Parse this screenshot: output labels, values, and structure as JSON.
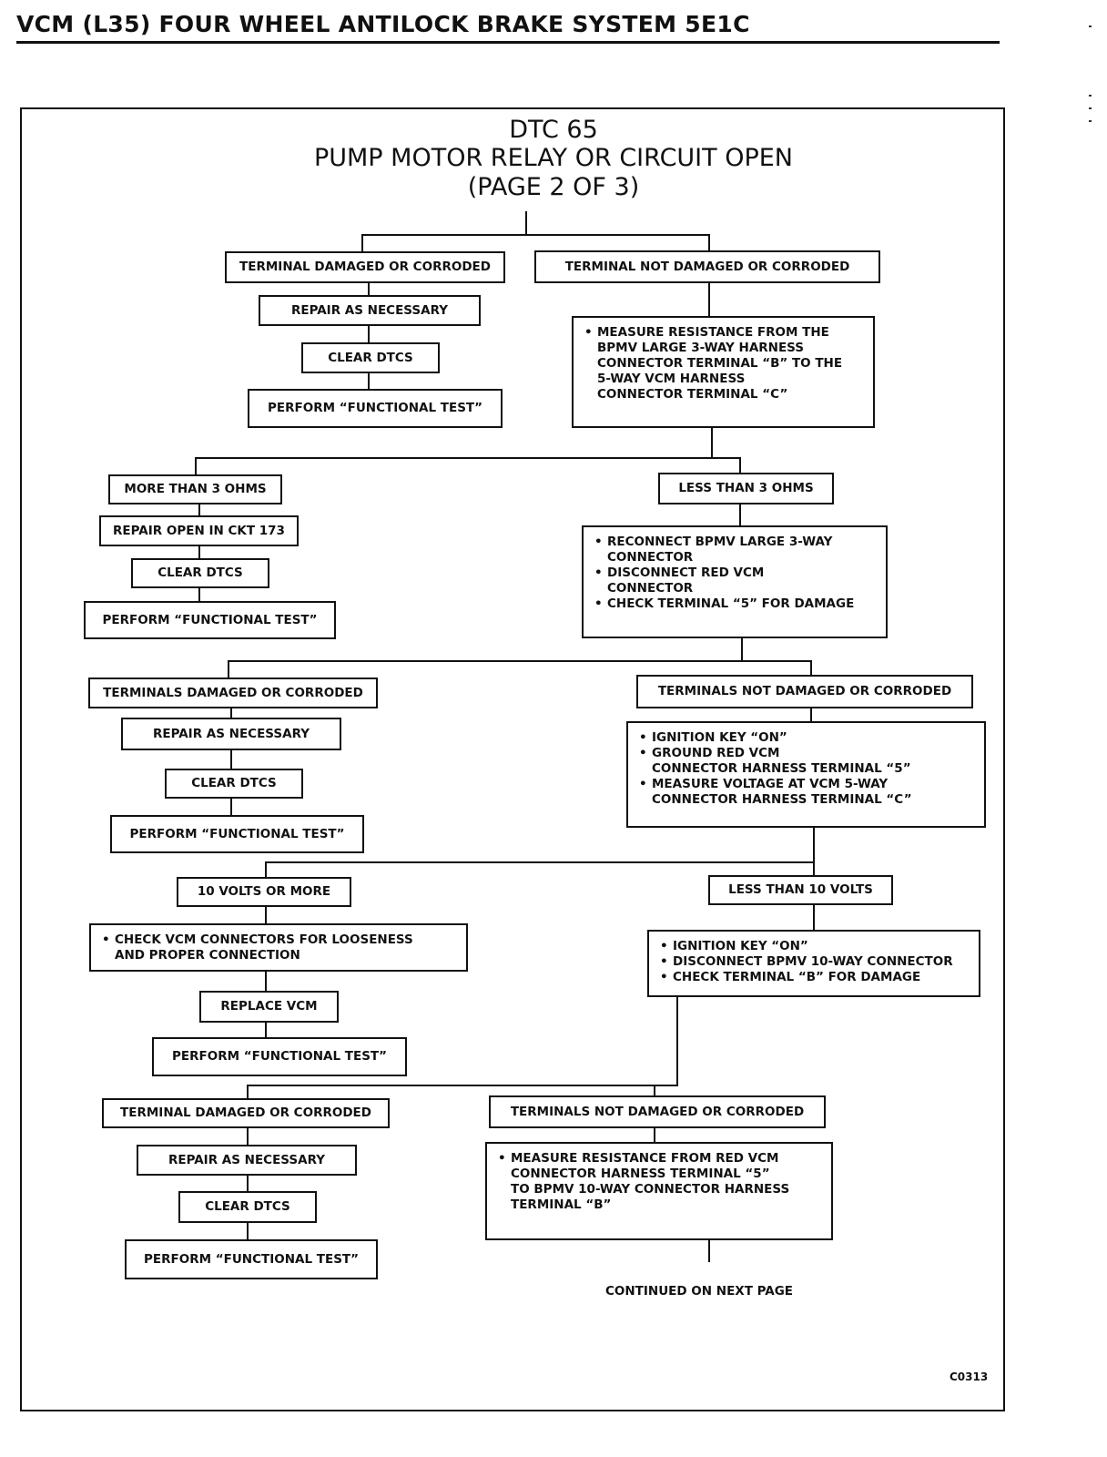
{
  "header": {
    "title": "VCM (L35) FOUR WHEEL ANTILOCK BRAKE SYSTEM 5E1C"
  },
  "chart": {
    "title_line1": "DTC 65",
    "title_line2": "PUMP MOTOR RELAY OR CIRCUIT OPEN",
    "title_line3": "(PAGE 2 OF 3)"
  },
  "nodes": {
    "l1_damaged": "TERMINAL DAMAGED OR CORRODED",
    "l1_repair": "REPAIR AS NECESSARY",
    "l1_clear": "CLEAR DTCs",
    "l1_test": "PERFORM “FUNCTIONAL TEST”",
    "l1_not_damaged": "TERMINAL NOT DAMAGED OR CORRODED",
    "l1_measure": [
      "MEASURE RESISTANCE FROM THE\nBPMV LARGE 3-WAY HARNESS\nCONNECTOR TERMINAL “B” TO THE\n5-WAY VCM HARNESS\nCONNECTOR TERMINAL “C”"
    ],
    "l2_more": "MORE THAN 3 OHMS",
    "l2_repair": "REPAIR OPEN IN CKT 173",
    "l2_clear": "CLEAR DTCs",
    "l2_test": "PERFORM “FUNCTIONAL TEST”",
    "l2_less": "LESS THAN 3 OHMS",
    "l2_steps": [
      "RECONNECT BPMV LARGE 3-WAY\nCONNECTOR",
      "DISCONNECT RED VCM\nCONNECTOR",
      "CHECK TERMINAL “5” FOR DAMAGE"
    ],
    "l3_damaged": "TERMINALS DAMAGED OR CORRODED",
    "l3_repair": "REPAIR AS NECESSARY",
    "l3_clear": "CLEAR DTCs",
    "l3_test": "PERFORM “FUNCTIONAL TEST”",
    "l3_not_damaged": "TERMINALS NOT DAMAGED OR CORRODED",
    "l3_steps": [
      "IGNITION KEY “ON”",
      "GROUND RED VCM\nCONNECTOR HARNESS TERMINAL “5”",
      "MEASURE VOLTAGE AT VCM 5-WAY\nCONNECTOR HARNESS TERMINAL “C”"
    ],
    "l4_more": "10 VOLTS OR MORE",
    "l4_check": [
      "CHECK VCM CONNECTORS FOR LOOSENESS\nAND PROPER CONNECTION"
    ],
    "l4_replace": "REPLACE VCM",
    "l4_test": "PERFORM “FUNCTIONAL TEST”",
    "l4_less": "LESS THAN 10 VOLTS",
    "l4_steps": [
      "IGNITION KEY “ON”",
      "DISCONNECT BPMV 10-WAY CONNECTOR",
      "CHECK TERMINAL “B” FOR DAMAGE"
    ],
    "l5_damaged": "TERMINAL DAMAGED OR CORRODED",
    "l5_repair": "REPAIR AS NECESSARY",
    "l5_clear": "CLEAR DTCs",
    "l5_test": "PERFORM “FUNCTIONAL TEST”",
    "l5_not_damaged": "TERMINALS NOT DAMAGED OR CORRODED",
    "l5_measure": [
      "MEASURE RESISTANCE FROM RED VCM\nCONNECTOR HARNESS TERMINAL “5”\nTO BPMV 10-WAY CONNECTOR HARNESS\nTERMINAL “B”"
    ]
  },
  "footer": {
    "continued": "CONTINUED ON NEXT PAGE",
    "figure_code": "C0313"
  }
}
